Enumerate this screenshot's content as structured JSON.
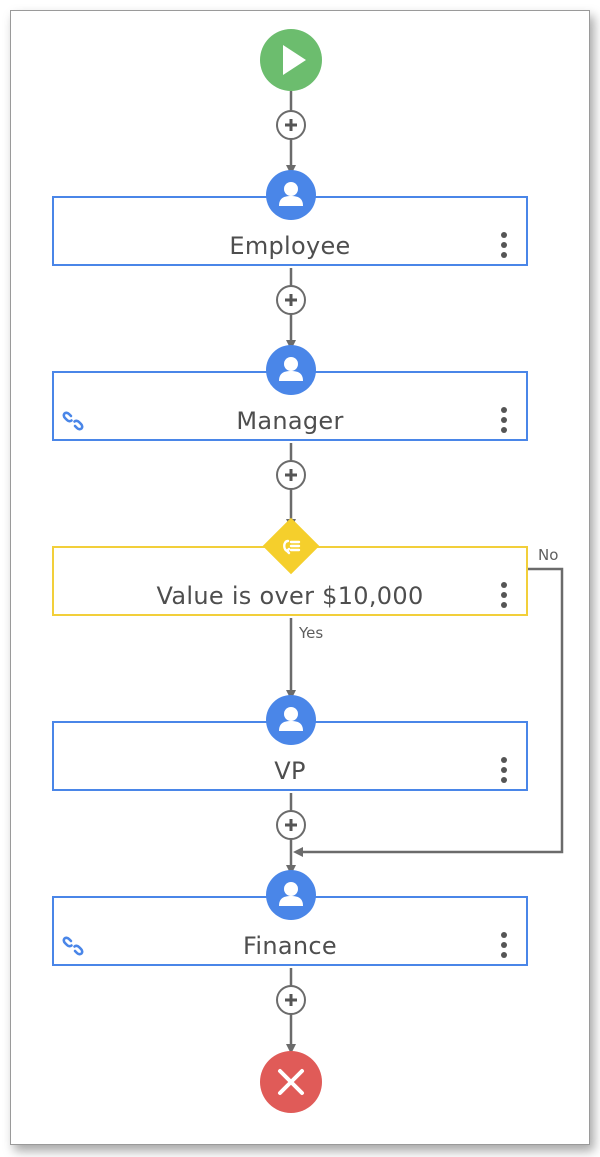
{
  "workflow": {
    "start": {
      "icon": "play-icon",
      "color": "#6cbd6e"
    },
    "end": {
      "icon": "close-icon",
      "color": "#e05b58"
    },
    "colors": {
      "step_border": "#4a86e8",
      "condition_border": "#f2cf3a",
      "connector": "#6b6b6b"
    },
    "steps": [
      {
        "label": "Employee",
        "icon": "user-icon",
        "linked": false
      },
      {
        "label": "Manager",
        "icon": "user-icon",
        "linked": true
      },
      {
        "label": "VP",
        "icon": "user-icon",
        "linked": false
      },
      {
        "label": "Finance",
        "icon": "user-icon",
        "linked": true
      }
    ],
    "condition": {
      "label": "Value is over $10,000",
      "icon": "condition-icon",
      "yes_label": "Yes",
      "no_label": "No"
    },
    "add_step_icon": "plus-icon",
    "menu_icon": "more-vertical-icon",
    "link_icon": "link-icon"
  }
}
